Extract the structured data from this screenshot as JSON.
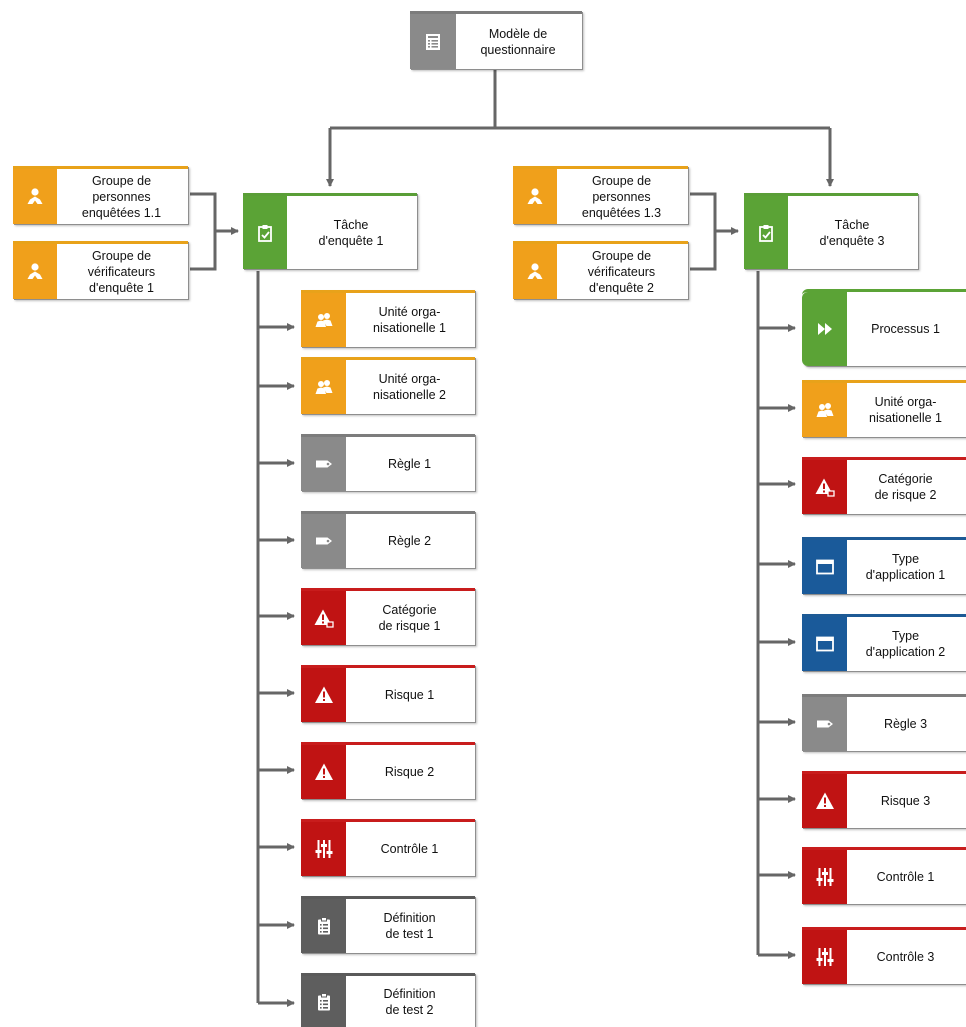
{
  "colors": {
    "orange": "#f0a01b",
    "green": "#5ba336",
    "red": "#c01313",
    "gray": "#8a8a8a",
    "blue": "#1a5a9a",
    "dark_gray": "#5e5e5e",
    "connector": "#666666"
  },
  "nodes": {
    "root": {
      "label": "Modèle de\nquestionnaire",
      "icon": "questionnaire-icon"
    },
    "t1_g1": {
      "label": "Groupe de\npersonnes\nenquêtées 1.1",
      "icon": "person-icon"
    },
    "t1_g2": {
      "label": "Groupe de\nvérificateurs\nd'enquête 1",
      "icon": "person-icon"
    },
    "task1": {
      "label": "Tâche\nd'enquête 1",
      "icon": "clipboard-check-icon"
    },
    "t1_c1": {
      "label": "Unité orga-\nnisationelle 1",
      "icon": "org-unit-icon"
    },
    "t1_c2": {
      "label": "Unité orga-\nnisationelle 2",
      "icon": "org-unit-icon"
    },
    "t1_c3": {
      "label": "Règle 1",
      "icon": "tag-icon"
    },
    "t1_c4": {
      "label": "Règle 2",
      "icon": "tag-icon"
    },
    "t1_c5": {
      "label": "Catégorie\nde risque  1",
      "icon": "risk-category-icon"
    },
    "t1_c6": {
      "label": "Risque  1",
      "icon": "warning-icon"
    },
    "t1_c7": {
      "label": "Risque  2",
      "icon": "warning-icon"
    },
    "t1_c8": {
      "label": "Contrôle 1",
      "icon": "control-sliders-icon"
    },
    "t1_c9": {
      "label": "Définition\nde test 1",
      "icon": "test-definition-icon"
    },
    "t1_c10": {
      "label": "Définition\nde test 2",
      "icon": "test-definition-icon"
    },
    "t3_g1": {
      "label": "Groupe de\npersonnes\nenquêtées 1.3",
      "icon": "person-icon"
    },
    "t3_g2": {
      "label": "Groupe de\nvérificateurs\nd'enquête 2",
      "icon": "person-icon"
    },
    "task3": {
      "label": "Tâche\nd'enquête 3",
      "icon": "clipboard-check-icon"
    },
    "t3_c1": {
      "label": "Processus 1",
      "icon": "process-icon"
    },
    "t3_c2": {
      "label": "Unité orga-\nnisationelle 1",
      "icon": "org-unit-icon"
    },
    "t3_c3": {
      "label": "Catégorie\nde risque  2",
      "icon": "risk-category-icon"
    },
    "t3_c4": {
      "label": "Type\nd'application 1",
      "icon": "application-window-icon"
    },
    "t3_c5": {
      "label": "Type\nd'application 2",
      "icon": "application-window-icon"
    },
    "t3_c6": {
      "label": "Règle 3",
      "icon": "tag-icon"
    },
    "t3_c7": {
      "label": "Risque  3",
      "icon": "warning-icon"
    },
    "t3_c8": {
      "label": "Contrôle 1",
      "icon": "control-sliders-icon"
    },
    "t3_c9": {
      "label": "Contrôle 3",
      "icon": "control-sliders-icon"
    }
  }
}
